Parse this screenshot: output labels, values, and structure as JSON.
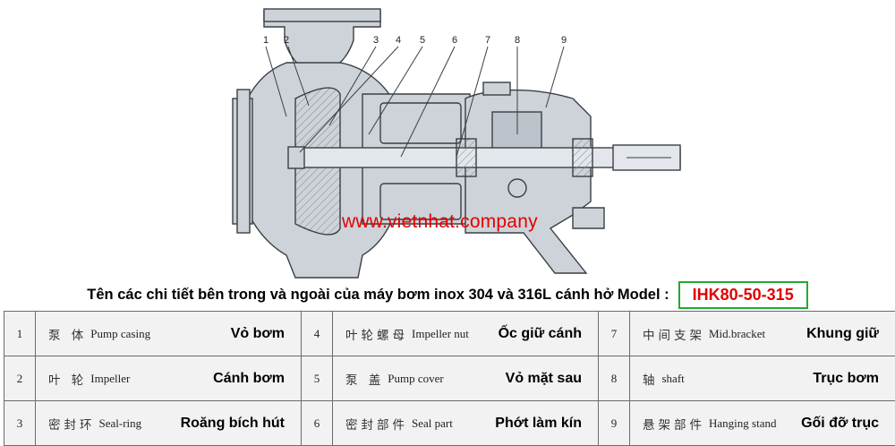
{
  "watermark": "www.vietnhat.company",
  "caption": {
    "text": "Tên các chi tiết bên trong và ngoài của máy bơm inox 304 và 316L cánh hở Model :",
    "model": "IHK80-50-315"
  },
  "callouts": [
    "1",
    "2",
    "3",
    "4",
    "5",
    "6",
    "7",
    "8",
    "9"
  ],
  "colors": {
    "watermark": "#e60000",
    "model_text": "#e00000",
    "model_border": "#22aa33",
    "drawing_fill": "#cdd3d9"
  },
  "parts": [
    [
      {
        "num": "1",
        "cn": "泵 体",
        "en": "Pump casing",
        "vi": "Vỏ bơm"
      },
      {
        "num": "4",
        "cn": "叶轮螺母",
        "en": "Impeller nut",
        "vi": "Ốc giữ cánh"
      },
      {
        "num": "7",
        "cn": "中间支架",
        "en": "Mid.bracket",
        "vi": "Khung giữ"
      }
    ],
    [
      {
        "num": "2",
        "cn": "叶 轮",
        "en": "Impeller",
        "vi": "Cánh bơm"
      },
      {
        "num": "5",
        "cn": "泵 盖",
        "en": "Pump cover",
        "vi": "Vỏ mặt sau"
      },
      {
        "num": "8",
        "cn": "轴",
        "en": "shaft",
        "vi": "Trục bơm"
      }
    ],
    [
      {
        "num": "3",
        "cn": "密封环",
        "en": "Seal-ring",
        "vi": "Roăng bích hút"
      },
      {
        "num": "6",
        "cn": "密封部件",
        "en": "Seal part",
        "vi": "Phớt làm kín"
      },
      {
        "num": "9",
        "cn": "悬架部件",
        "en": "Hanging stand",
        "vi": "Gối đỡ trục"
      }
    ]
  ]
}
